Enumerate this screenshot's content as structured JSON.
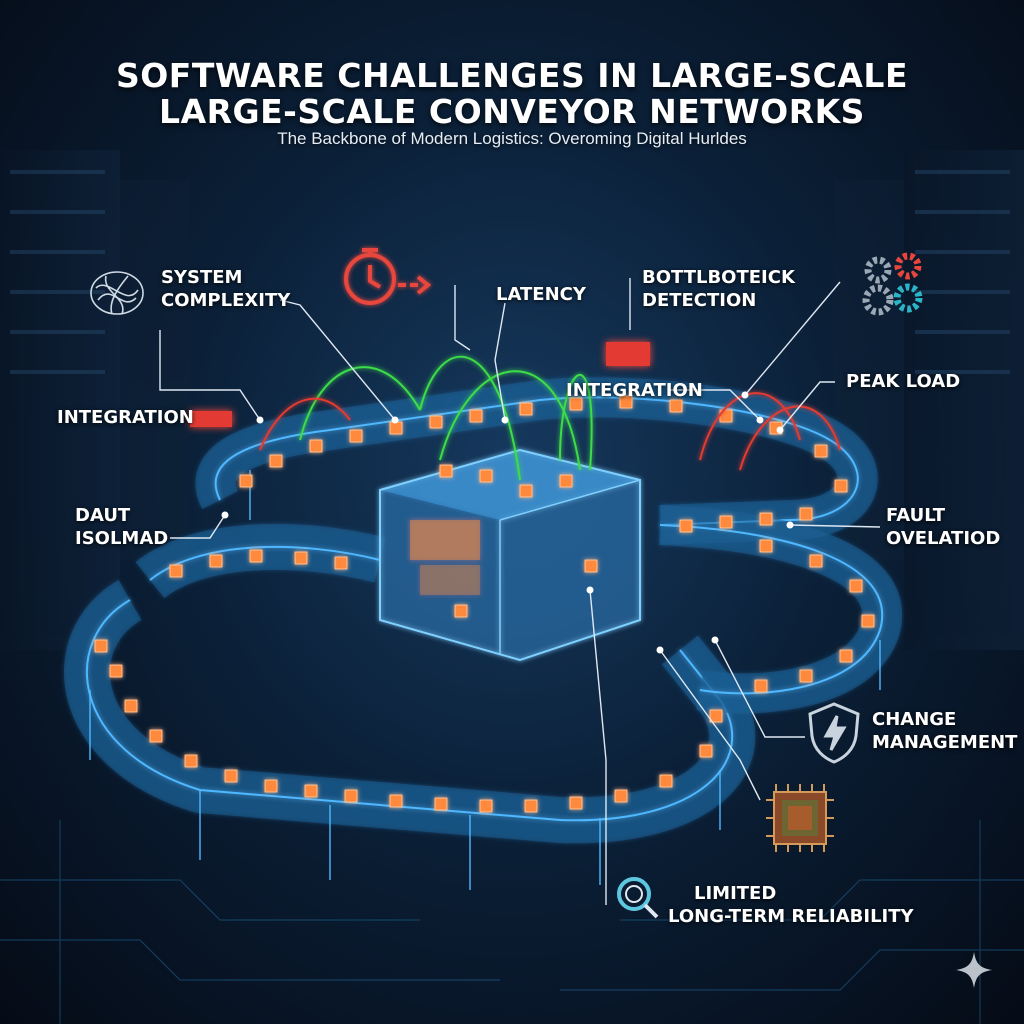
{
  "header": {
    "title_line1": "SOFTWARE CHALLENGES IN LARGE-SCALE",
    "title_line2": "LARGE-SCALE CONVEYOR NETWORKS",
    "subtitle": "The Backbone of Modern Logistics: Overoming Digital Hurldes"
  },
  "labels": {
    "system_complexity": [
      "SYSTEM",
      "COMPLEXITY"
    ],
    "latency": "LATENCY",
    "bottleneck": [
      "BOTTLBOTEICK",
      "DETECTION"
    ],
    "integration_left": "INTEGRATION",
    "integration_center": "INTEGRATION",
    "peak_load": "PEAK LOAD",
    "daut": [
      "DAUT",
      "ISOLMAD"
    ],
    "fault": [
      "FAULT",
      "OVELATIOD"
    ],
    "change": [
      "CHANGE",
      "MANAGEMENT"
    ],
    "limited": [
      "LIMITED",
      "LONG-TERM RELIABILITY"
    ]
  },
  "icons": [
    "brain-network-icon",
    "stopwatch-icon",
    "gears-icon",
    "shield-bolt-icon",
    "microchip-icon",
    "magnifier-icon",
    "sparkle-icon"
  ],
  "colors": {
    "accent_red": "#e33b33",
    "wire_blue": "#4fb8ff",
    "package_orange": "#ff8a3d",
    "signal_green": "#3ddc4a"
  }
}
